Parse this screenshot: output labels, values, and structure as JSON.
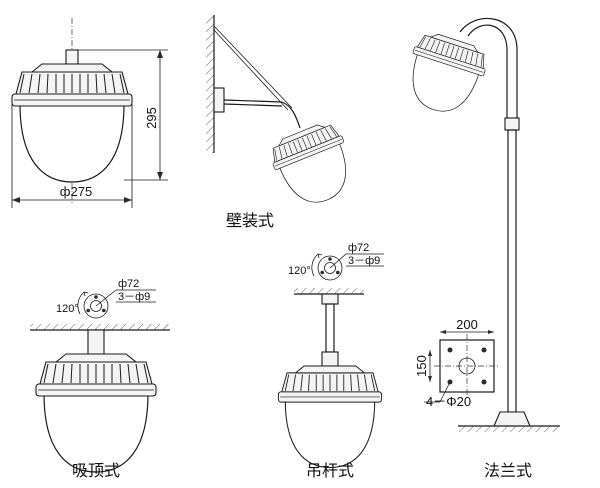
{
  "captions": {
    "wall": "壁装式",
    "ceiling": "吸顶式",
    "pendant": "吊杆式",
    "flange": "法兰式"
  },
  "dimensions": {
    "height": "295",
    "diameter": "ф275",
    "ceiling_flange_dia": "ф72",
    "ceiling_holes": "3－ф9",
    "ceiling_angle": "120°",
    "pendant_flange_dia": "ф72",
    "pendant_holes": "3－ф9",
    "pendant_angle": "120°",
    "base_width": "200",
    "base_height": "150",
    "base_holes": "4－Φ20"
  }
}
